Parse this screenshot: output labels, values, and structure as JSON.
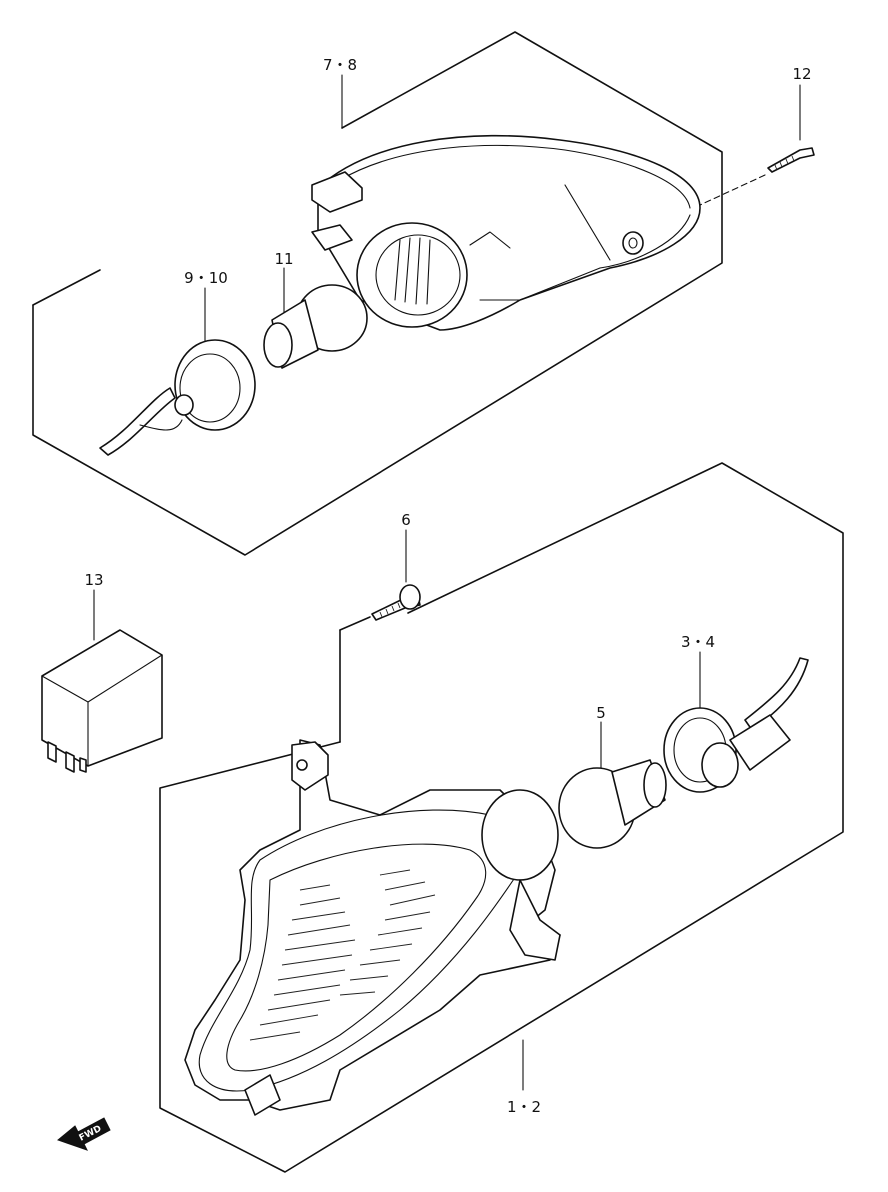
{
  "callouts": {
    "c_7_8": "7・8",
    "c_12": "12",
    "c_11": "11",
    "c_9_10": "9・10",
    "c_6": "6",
    "c_13": "13",
    "c_3_4": "3・4",
    "c_5": "5",
    "c_1_2": "1・2"
  },
  "fwd_label": "FWD"
}
